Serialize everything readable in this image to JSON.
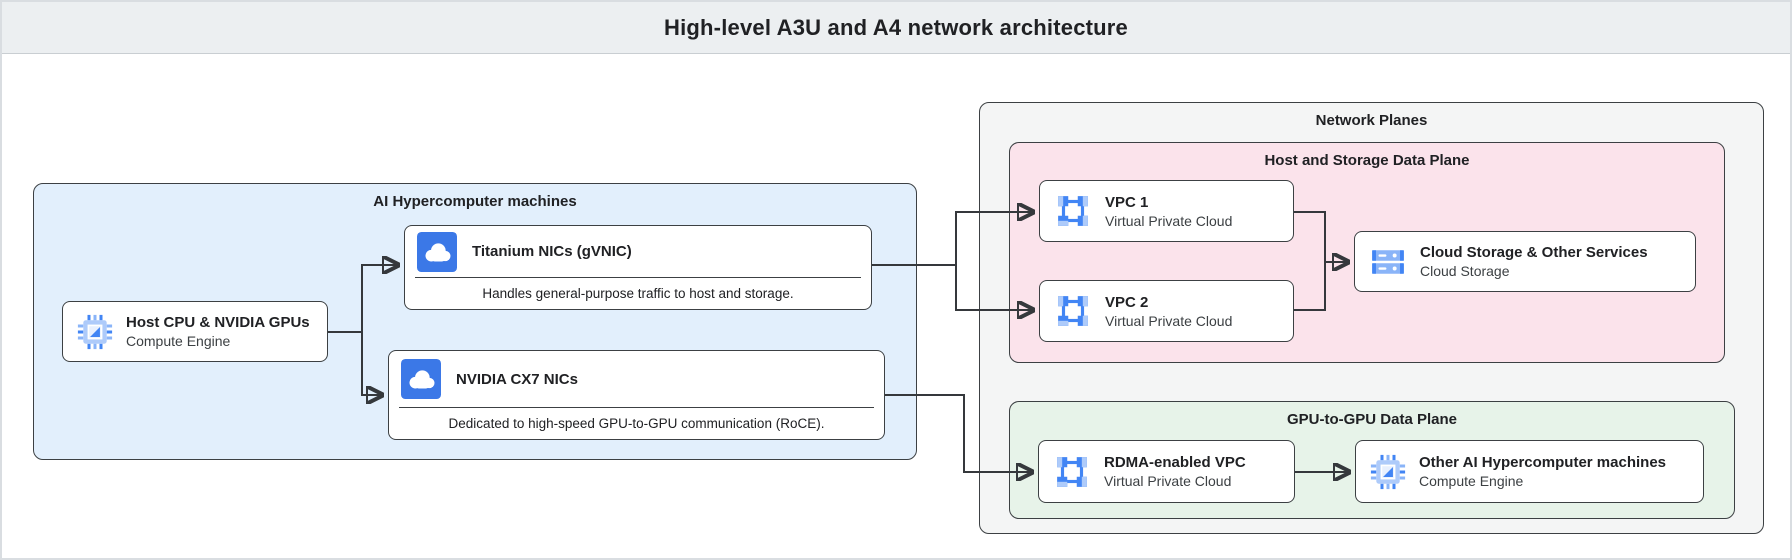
{
  "header": {
    "title": "High-level A3U and A4 network architecture"
  },
  "groups": {
    "ai_machines": {
      "label": "AI Hypercomputer machines"
    },
    "network_planes": {
      "label": "Network Planes"
    },
    "host_storage_plane": {
      "label": "Host and Storage Data Plane"
    },
    "gpu_plane": {
      "label": "GPU-to-GPU Data Plane"
    }
  },
  "nodes": {
    "host_cpu": {
      "title": "Host CPU & NVIDIA GPUs",
      "subtitle": "Compute Engine",
      "icon": "compute-engine-icon"
    },
    "titanium_nics": {
      "title": "Titanium NICs (gVNIC)",
      "description": "Handles general-purpose traffic to host and storage.",
      "icon": "cloud-nic-icon"
    },
    "cx7_nics": {
      "title": "NVIDIA CX7 NICs",
      "description": "Dedicated to high-speed GPU-to-GPU communication (RoCE).",
      "icon": "cloud-nic-icon"
    },
    "vpc1": {
      "title": "VPC 1",
      "subtitle": "Virtual Private Cloud",
      "icon": "vpc-icon"
    },
    "vpc2": {
      "title": "VPC 2",
      "subtitle": "Virtual Private Cloud",
      "icon": "vpc-icon"
    },
    "cloud_storage": {
      "title": "Cloud Storage & Other Services",
      "subtitle": "Cloud Storage",
      "icon": "cloud-storage-icon"
    },
    "rdma_vpc": {
      "title": "RDMA-enabled VPC",
      "subtitle": "Virtual Private Cloud",
      "icon": "vpc-icon"
    },
    "other_machines": {
      "title": "Other AI Hypercomputer machines",
      "subtitle": "Compute Engine",
      "icon": "compute-engine-icon"
    }
  },
  "colors": {
    "header_bg": "#eceff1",
    "machines_bg": "#e2effc",
    "planes_bg": "#f4f5f5",
    "host_storage_bg": "#fbe3eb",
    "gpu_plane_bg": "#e7f3e9",
    "node_bg": "#ffffff",
    "border": "#3c4043",
    "arrow": "#35383c",
    "accent_blue": "#4285f4",
    "accent_blue_light": "#aecbfa",
    "title_text": "#202124",
    "subtitle_text": "#3c4043"
  }
}
